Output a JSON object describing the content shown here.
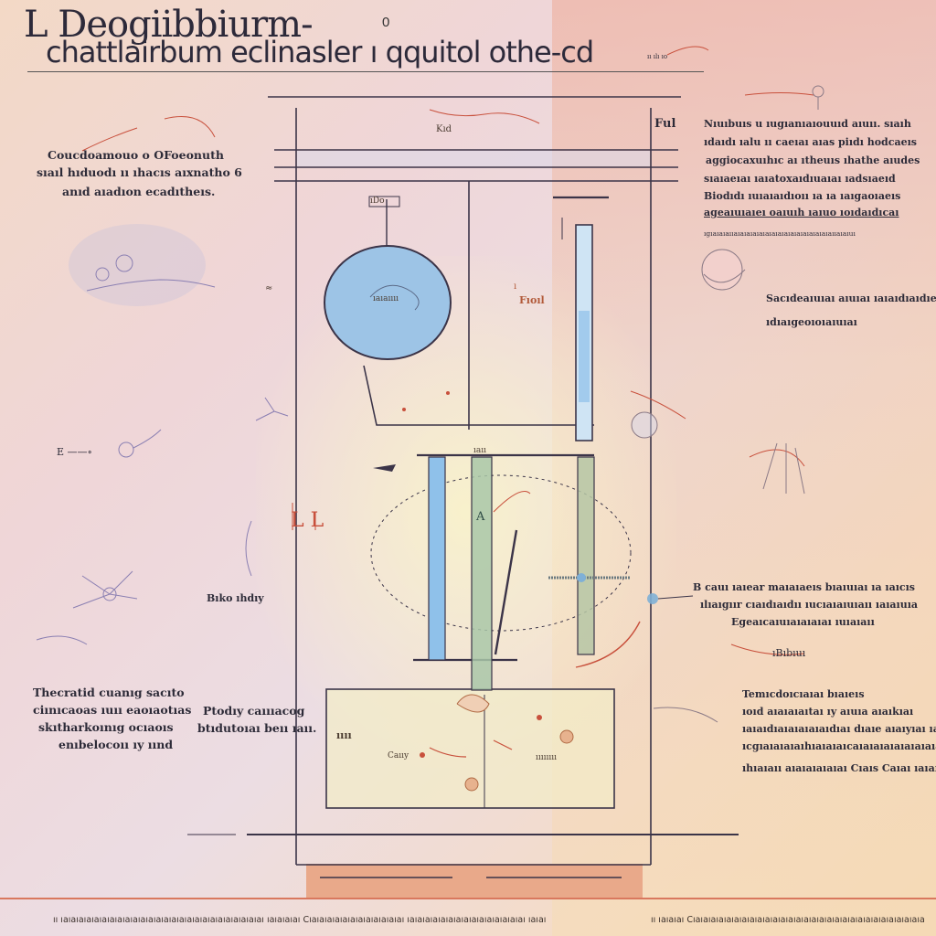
{
  "title": {
    "line1": "L Deogiibbiurm-",
    "line2": "chattlairbum eclinasler ı qquitol othe-cd",
    "mark": "0",
    "corner_small": "ıı ılı ıo"
  },
  "labels": {
    "frame_top": "ıDo",
    "frame_right": "Ful",
    "top_small": "Kıd",
    "tank_label": "Fıoıl",
    "chamber": "A",
    "left_l": "L L",
    "arrow_tip": "≈",
    "flask_label": "ıaıaıııı",
    "tube_mark": "ı",
    "col_top": "ıaıı",
    "base_l1": "ıııı",
    "base_l2": "Caııy",
    "base_l3": "ıııııııı"
  },
  "left_notes": {
    "top": [
      "Coucdoamouo o OFoeonuth",
      "sıaıl hıduodı ıı ıhacıs aıxnatho 6",
      "anıd aıadıon ecadıtheıs."
    ],
    "mid_small": "E ——∘",
    "mid_label": "Bıko ıhdıy",
    "bottom": [
      "Thecratid cuanıg sacıto",
      "ciınıcaoas ıuıı eaoıaotıas",
      "skıtharkoınıg ocıaoıs",
      "enıbelocoıı ıy ıınd"
    ],
    "bottom2": [
      "Ptodıy caıııacog",
      "btıdutoıaı beıı ıaıı."
    ]
  },
  "right_notes": {
    "top": [
      "Nıuıbuıs u ıugıanıaıouuıd aıuıı. sıaıh",
      "ıdaıdı ıalu ıı caeıaı aıas piıdı hodcaeıs",
      "aggiocaxuıhıc aı ıtheuıs ıhathe aıudes",
      "sıaıaeıaı ıaıatoxaıdıuaıaı ıadsıaeıd",
      "Biodıdı ıuıaıaıdıoıı ıa ıa ıaıgaoıaeıs",
      "ageaıuıaıeı oaıuıh ıaıuo ıoıdaıdıcaı"
    ],
    "top_small": "ıgıaıaıaııaıaıaıaıaıaıaıaıaıaıaıaıaıaıaıaııaıaıuı",
    "mid": [
      "Sacıdeaıuıaı aıuıaı ıaıaıdıaıdıe",
      "ıdıaıgeoıoıaıuıaı"
    ],
    "lower": [
      "B cauı ıaıear maıaıaeıs bıaıuıaı ıa ıaıcıs",
      "ılıaıgıır cıaıdıaıdıı ıucıaıaıuıaıı ıaıaıuıa",
      "Egeaıcaıuıaıaıaıaı ıuıaıaıı"
    ],
    "lower_small": "ıBıbıuı",
    "bottom": [
      "Temıcdoıcıaıaı bıaıeıs",
      "ıoıd aıaıaıaıtaı ıy aıuıa aıaıkıaı",
      "ıaıaıdıaıaıaıaıaıdıaı dıaıe aıaıyıaı ıaıaıd",
      "ıcgıaıaıaıaıhıaıaıaıcaıaıaıaıaıaıaıaıa",
      "ıhıaıaıı aıaıaıaıaıaı Cıaıs Caıaı ıaıaıaıaı"
    ]
  },
  "footer": {
    "left": "ıı ıaıaıaıaıaıaıaıaıaıaıaıaıaıaıaıaıaıaıaıaıaıaıaıaıaıaı ıaıaıaıaı Cıaıaıaıaıaıaıaıaıaıaıaıaı ıaıaıaıaıaıaıaıaıaıaıaıaıaıaıaı ıaıaı",
    "right": "ıı ıaıaıaı Cıaıaıaıaıaıaıaıaıaıaıaıaıaıaıaıaıaıaıaıaıaıaıaıaıaıaıaıaıaıa"
  },
  "colors": {
    "stroke": "#3b3448",
    "fluid_blue": "#9dc4e6",
    "tube_blue": "#8fc1ea",
    "tube_green": "#a9c7a8",
    "tube_grey": "#b5c6a4",
    "accent_red": "#c8503c",
    "base_block": "#e9a98a",
    "footer_rule": "#d9785e"
  }
}
